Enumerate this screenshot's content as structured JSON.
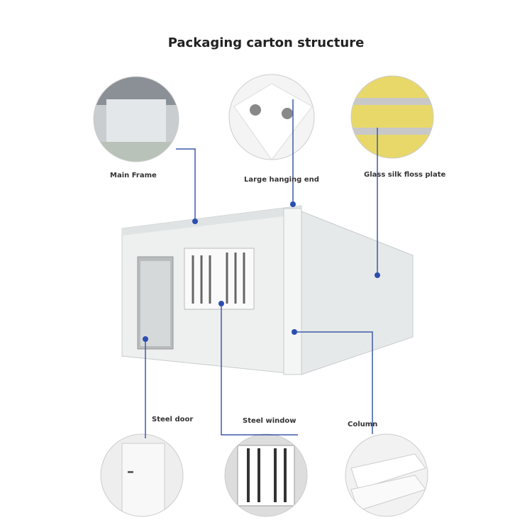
{
  "title": "Packaging carton structure",
  "labels": {
    "main_frame": "Main Frame",
    "hanging_end": "Large hanging end",
    "glass_plate": "Glass silk floss plate",
    "steel_door": "Steel door",
    "steel_window": "Steel window",
    "column": "Column"
  },
  "colors": {
    "leader_line": "#3c5aa8",
    "panel": "#eef0f0"
  }
}
